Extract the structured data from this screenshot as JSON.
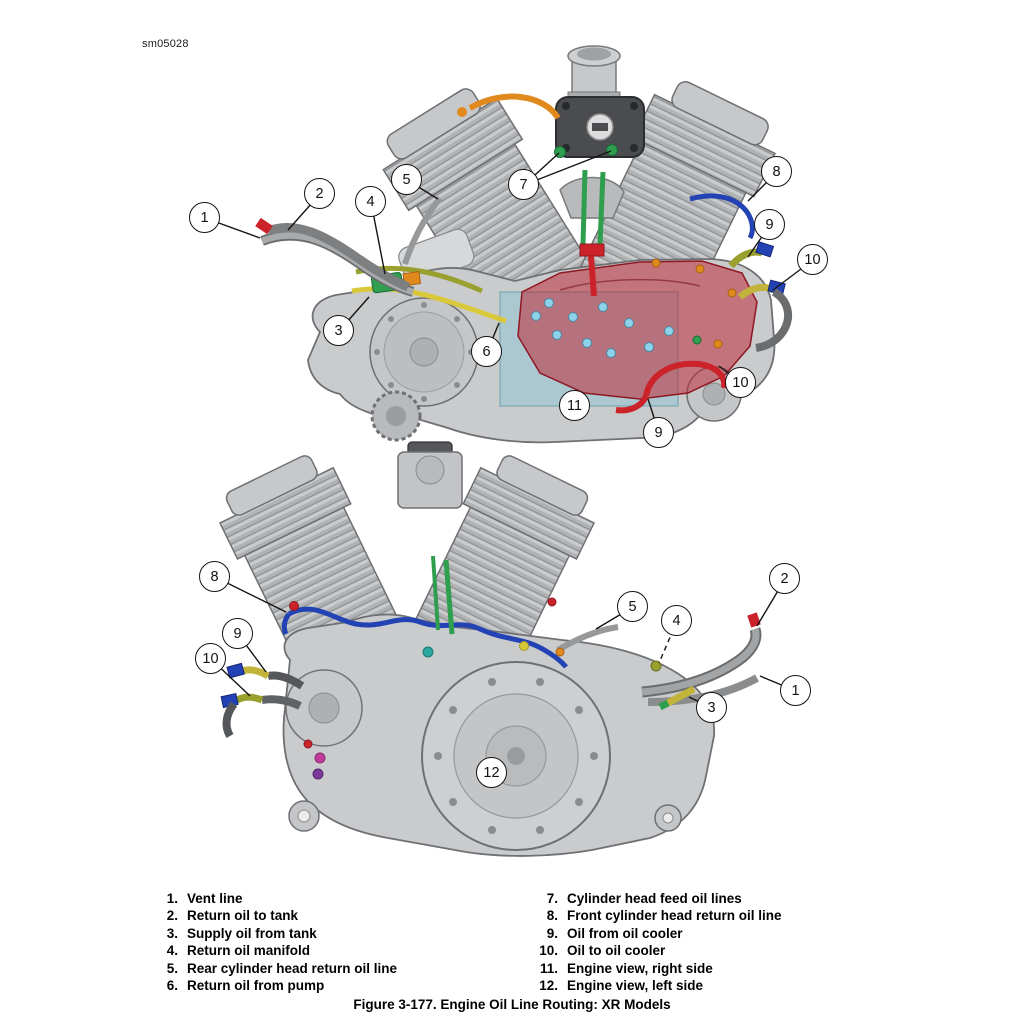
{
  "doc_code": "sm05028",
  "figure_caption": "Figure 3-177. Engine Oil Line Routing: XR Models",
  "legend": {
    "columns": [
      {
        "items": [
          {
            "num": "1.",
            "label": "Vent line"
          },
          {
            "num": "2.",
            "label": "Return oil to tank"
          },
          {
            "num": "3.",
            "label": "Supply oil from tank"
          },
          {
            "num": "4.",
            "label": "Return oil manifold"
          },
          {
            "num": "5.",
            "label": "Rear cylinder head return oil line"
          },
          {
            "num": "6.",
            "label": "Return oil from pump"
          }
        ]
      },
      {
        "items": [
          {
            "num": "7.",
            "label": "Cylinder head feed oil lines"
          },
          {
            "num": "8.",
            "label": "Front cylinder head return oil line"
          },
          {
            "num": "9.",
            "label": "Oil from oil cooler"
          },
          {
            "num": "10.",
            "label": "Oil to oil cooler"
          },
          {
            "num": "11.",
            "label": "Engine view, right side"
          },
          {
            "num": "12.",
            "label": "Engine view, left side"
          }
        ]
      }
    ]
  },
  "callouts": {
    "top_view": [
      "1",
      "2",
      "4",
      "5",
      "7",
      "8",
      "9",
      "10",
      "3",
      "6",
      "10",
      "11",
      "9"
    ],
    "bottom_view": [
      "8",
      "9",
      "10",
      "5",
      "4",
      "2",
      "1",
      "3",
      "12"
    ]
  },
  "colors": {
    "line_vent_gray": "#8a8c8e",
    "line_return_red": "#cc2229",
    "line_supply_yellow": "#d9c93a",
    "line_feed_green": "#2f9e4f",
    "line_head_return_blue": "#2343b4",
    "line_cooler_olive": "#9aa02e",
    "line_manifold_orange": "#e08a1e",
    "overlay_highlight_red": "#be2330",
    "overlay_highlight_teal": "#82c3d7",
    "engine_gray": "#c9cbcd"
  }
}
